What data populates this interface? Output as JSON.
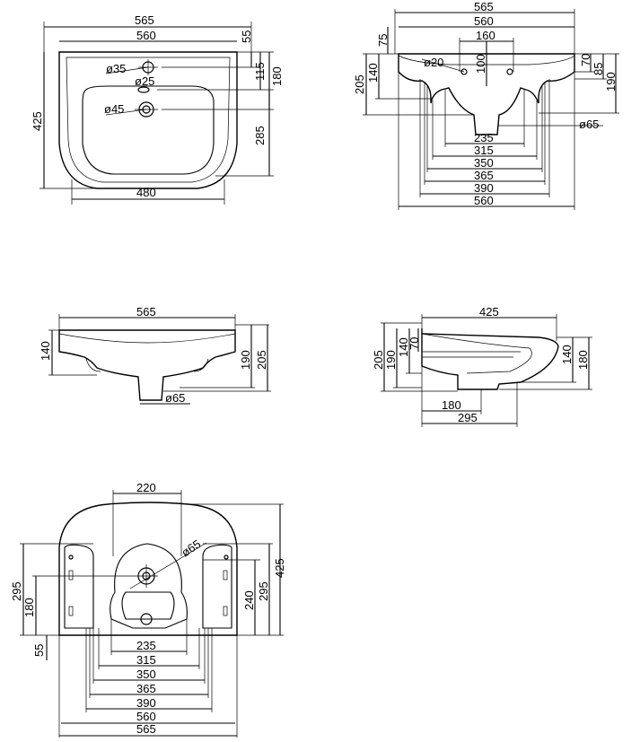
{
  "top_view": {
    "w565": "565",
    "w560": "560",
    "h425": "425",
    "d55": "55",
    "d115": "115",
    "d180": "180",
    "d285": "285",
    "w480": "480",
    "dia35": "ø35",
    "dia25": "ø25",
    "dia45": "ø45"
  },
  "front_view": {
    "w565": "565",
    "w560": "560",
    "w160": "160",
    "h75": "75",
    "h205": "205",
    "h140": "140",
    "h100": "100",
    "dia20": "ø20",
    "h70": "70",
    "h85": "85",
    "h190": "190",
    "dia65": "ø65",
    "w235": "235",
    "w315": "315",
    "w350": "350",
    "w365": "365",
    "w390": "390",
    "w560b": "560"
  },
  "back_view": {
    "w565": "565",
    "h140": "140",
    "h190": "190",
    "h205": "205",
    "dia65": "ø65"
  },
  "side_view": {
    "w425": "425",
    "h205": "205",
    "h190": "190",
    "h140": "140",
    "h70": "70",
    "h140r": "140",
    "h180r": "180",
    "w180": "180",
    "w295": "295"
  },
  "bottom_view": {
    "w220": "220",
    "dia65": "ø65",
    "h295": "295",
    "h180": "180",
    "h55": "55",
    "h240": "240",
    "h295r": "295",
    "h425": "425",
    "w235": "235",
    "w315": "315",
    "w350": "350",
    "w365": "365",
    "w390": "390",
    "w560": "560",
    "w565": "565"
  }
}
